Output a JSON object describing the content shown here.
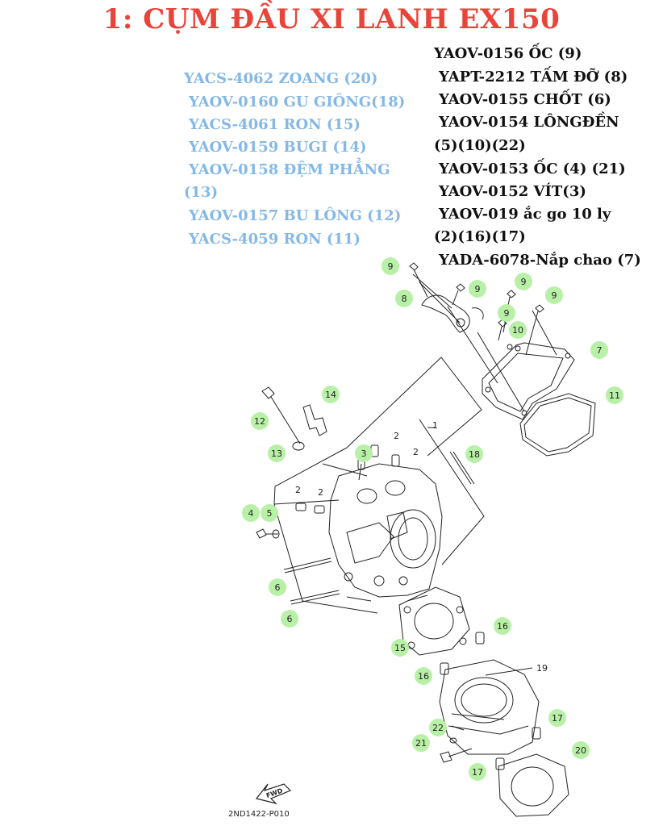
{
  "title": "1: CỤM ĐẦU XI LANH EX150",
  "left_list": [
    "YACS-4062 ZOANG (20)",
    "YAOV-0160 GU GIÔNG(18)",
    "YACS-4061 RON (15)",
    "YAOV-0159 BUGI (14)",
    "YAOV-0158 ĐỆM PHẲNG",
    "(13)",
    "YAOV-0157 BU LÔNG (12)",
    "YACS-4059 RON (11)"
  ],
  "right_list": [
    "YAOV-0156 ỐC (9)",
    "YAPT-2212 TẤM ĐỠ (8)",
    "YAOV-0155 CHỐT (6)",
    "YAOV-0154 LÔNGĐỀN",
    "(5)(10)(22)",
    "YAOV-0153 ỐC (4) (21)",
    "YAOV-0152 VÍT(3)",
    "YAOV-019 ắc go 10 ly",
    "(2)(16)(17)",
    "YADA-6078-Nắp chao (7)"
  ],
  "callouts": [
    "9",
    "9",
    "8",
    "9",
    "9",
    "9",
    "10",
    "7",
    "11",
    "14",
    "12",
    "13",
    "3",
    "2",
    "2",
    "18",
    "1",
    "2",
    "2",
    "4",
    "5",
    "6",
    "6",
    "15",
    "16",
    "16",
    "19",
    "22",
    "21",
    "17",
    "17",
    "20"
  ],
  "fwd_label": "FWD",
  "diagram_code": "2ND1422-P010",
  "colors": {
    "title": "#e8443a",
    "blue_text": "#84b8e6",
    "callout_fill": "#b9f0a7",
    "line": "#222222"
  }
}
